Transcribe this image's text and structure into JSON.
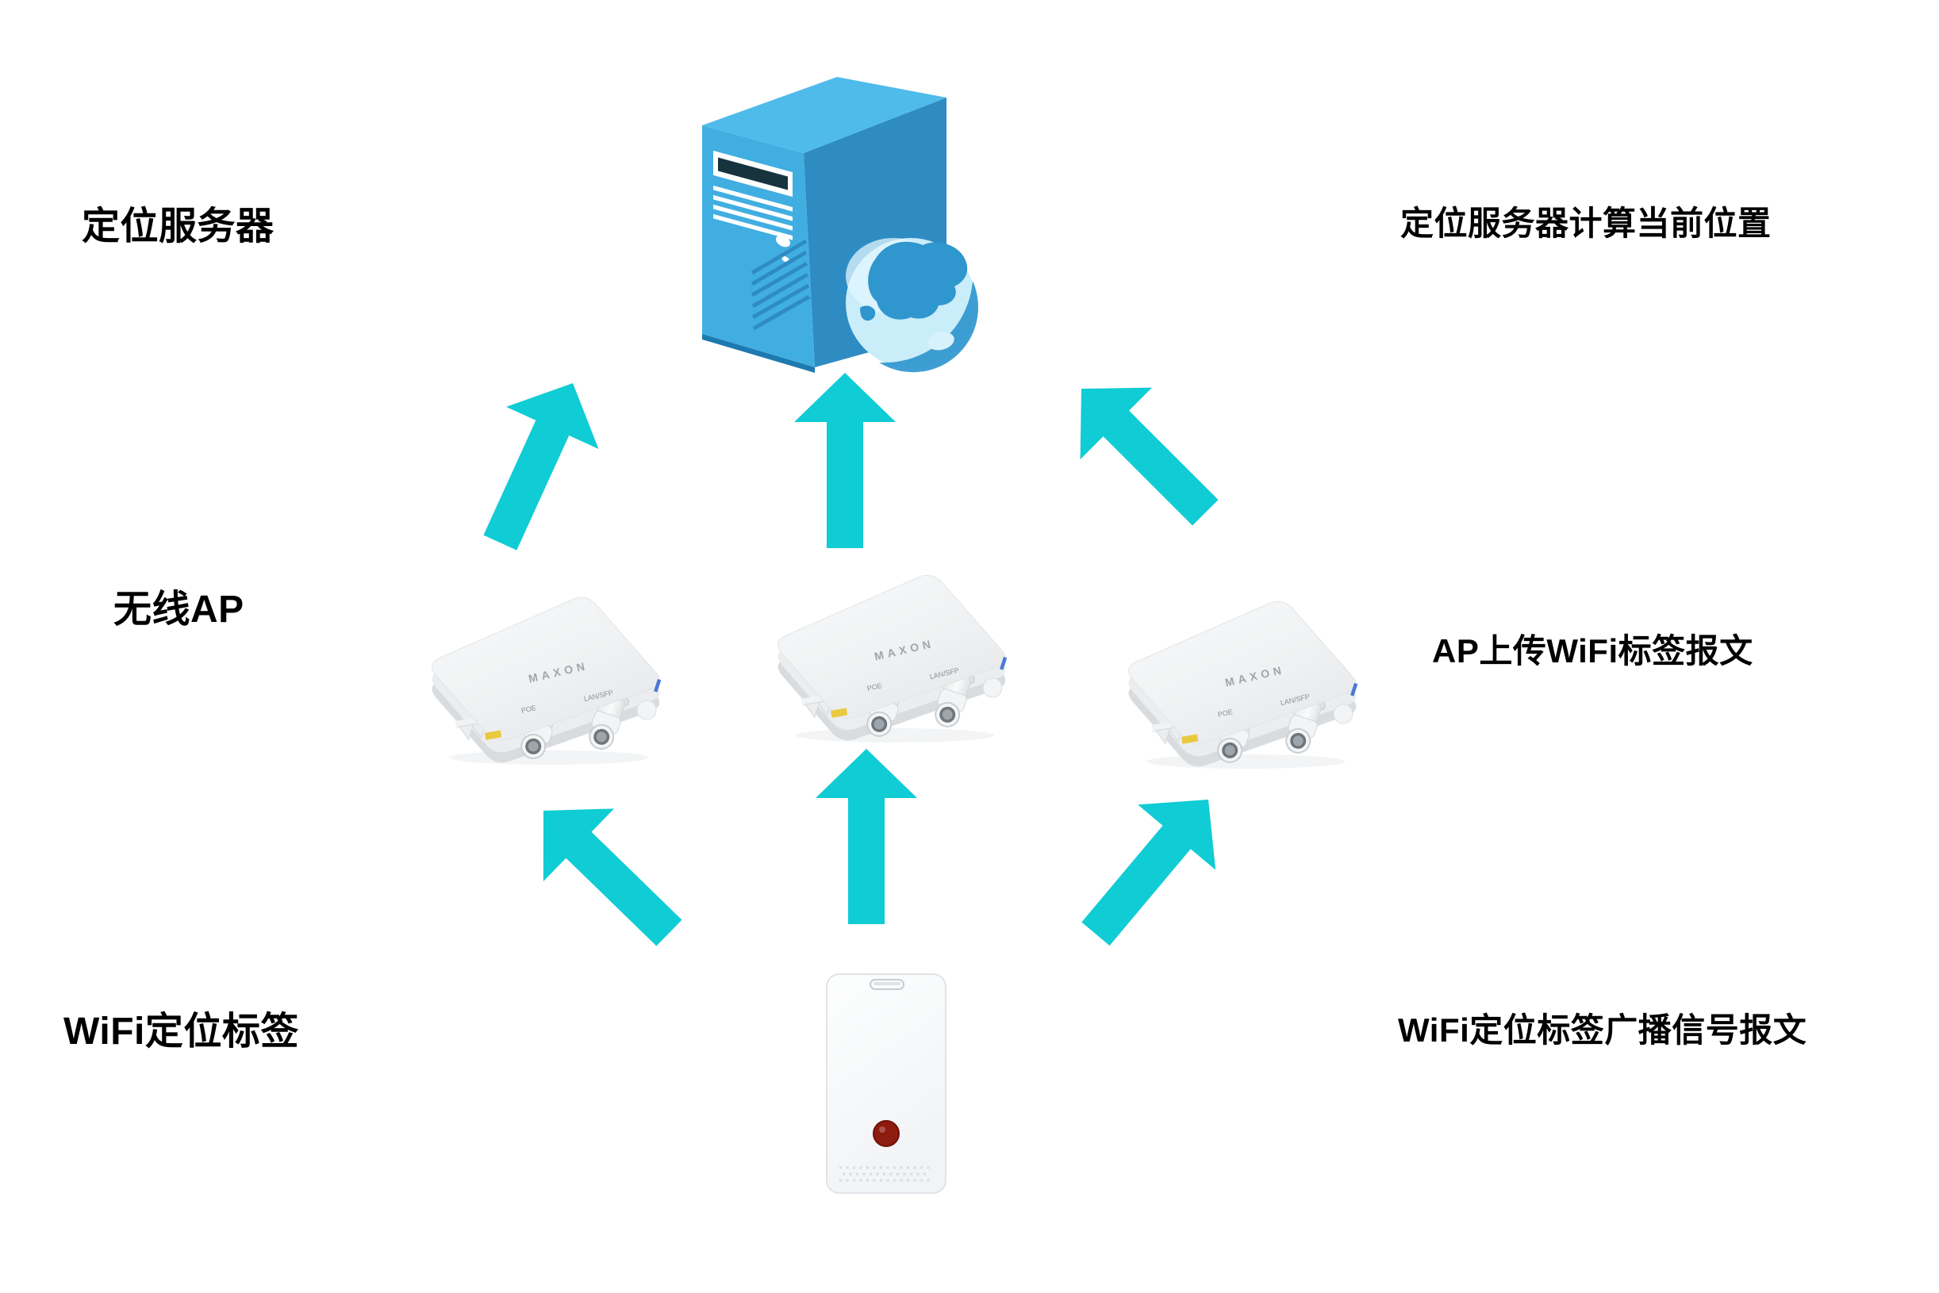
{
  "annotations": {
    "server": {
      "left": "定位服务器",
      "right": "定位服务器计算当前位置"
    },
    "ap": {
      "left": "无线AP",
      "right": "AP上传WiFi标签报文"
    },
    "tag": {
      "left": "WiFi定位标签",
      "right": "WiFi定位标签广播信号报文"
    }
  },
  "devices": {
    "ap": {
      "brand": "MAXON",
      "port_poe_label": "POE",
      "port_lan_label": "LAN/SFP",
      "count": 3
    }
  },
  "colors": {
    "arrow": "#10CCD4",
    "server_front": "#41AEE1",
    "server_side": "#2E8CC2",
    "server_top": "#4FBBEA",
    "server_slot": "#16333E",
    "globe_base": "#C9EDF9",
    "globe_land": "#2F96CE",
    "tag_led": "#8E1B10",
    "label_text": "#000000"
  }
}
